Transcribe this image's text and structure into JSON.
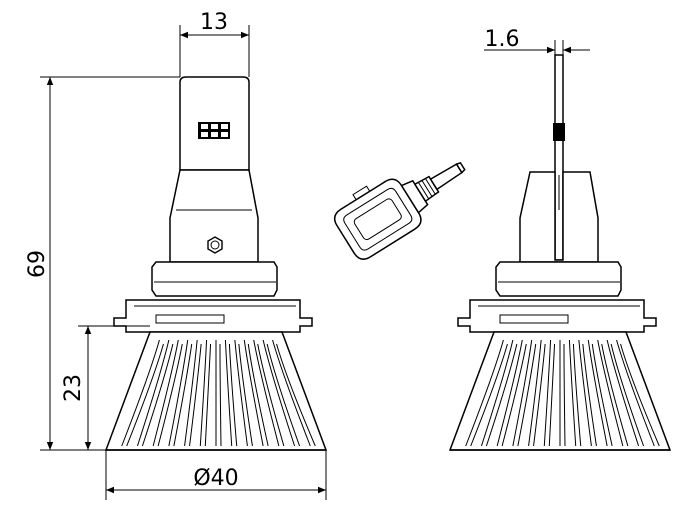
{
  "dimensions": {
    "board_width": "13",
    "total_height": "69",
    "base_height": "23",
    "base_diameter": "Ø40",
    "board_thickness": "1.6"
  },
  "views": [
    "front-view",
    "connector-isometric-view",
    "side-view"
  ],
  "colors": {
    "line": "#000000",
    "background": "#ffffff"
  }
}
